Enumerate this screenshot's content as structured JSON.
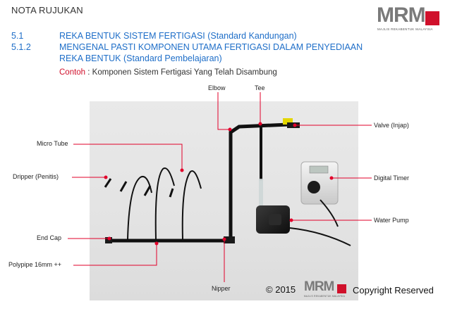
{
  "header": {
    "title": "NOTA RUJUKAN",
    "sections": [
      {
        "number": "5.1",
        "text": "REKA BENTUK SISTEM FERTIGASI (Standard Kandungan)"
      },
      {
        "number": "5.1.2",
        "text": "MENGENAL PASTI KOMPONEN UTAMA FERTIGASI DALAM PENYEDIAAN"
      },
      {
        "number": "",
        "text": "REKA BENTUK (Standard Pembelajaran)"
      }
    ],
    "example_prefix": "Contoh",
    "example_text": " : Komponen Sistem Fertigasi Yang Telah Disambung"
  },
  "logo": {
    "text": "MRM",
    "subtitle": "MAJLIS REKABENTUK MALAYSIA",
    "brand_color": "#D0102B",
    "text_color": "#7a7a7a"
  },
  "labels": {
    "elbow": "Elbow",
    "tee": "Tee",
    "valve": "Valve (Injap)",
    "micro_tube": "Micro Tube",
    "dripper": "Dripper (Penitis)",
    "digital_timer": "Digital Timer",
    "water_pump": "Water Pump",
    "end_cap": "End Cap",
    "polypipe": "Polypipe 16mm ++",
    "nipper": "Nipper"
  },
  "footer": {
    "copyright_symbol": "©",
    "year": "2015",
    "copyright_text": "Copyright Reserved"
  },
  "colors": {
    "section_blue": "#1E6EC8",
    "pointer_red": "#E2002A"
  }
}
